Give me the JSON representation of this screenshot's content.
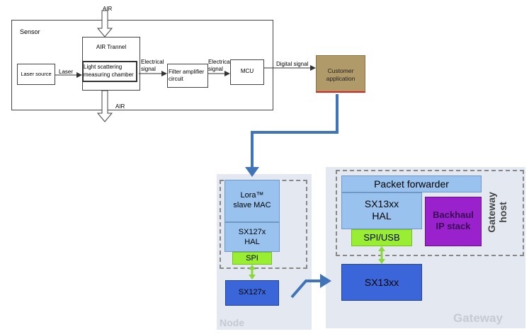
{
  "sensor": {
    "title": "Sensor",
    "air_top": "AIR",
    "air_bottom": "AIR",
    "air_tunnel": "AIR Trannel",
    "laser_source": "Laser source",
    "laser": "Laser",
    "chamber_line1": "Light scattering",
    "chamber_line2": "measuring chamber",
    "electrical_signal_1_line1": "Electrical",
    "electrical_signal_1_line2": "signal",
    "filter_line1": "Filter amplifier",
    "filter_line2": "circuit",
    "electrical_signal_2_line1": "Electrical",
    "electrical_signal_2_line2": "signal",
    "mcu": "MCU",
    "digital_signal": "Digital signal",
    "customer_line1": "Customer",
    "customer_line2": "application"
  },
  "node": {
    "label": "Node",
    "lora_line1": "Lora™",
    "lora_line2": "slave MAC",
    "hal_line1": "SX127x",
    "hal_line2": "HAL",
    "spi": "SPI",
    "chip": "SX127x"
  },
  "gateway": {
    "label": "Gateway",
    "host_line1": "Gateway",
    "host_line2": "host",
    "packet_forwarder": "Packet forwarder",
    "hal_line1": "SX13xx",
    "hal_line2": "HAL",
    "backhaul_line1": "Backhaul",
    "backhaul_line2": "IP stack",
    "spi_usb": "SPI/USB",
    "chip": "SX13xx"
  },
  "colors": {
    "light_blue": "#99c3ee",
    "dark_blue": "#3a66d9",
    "green": "#99ee33",
    "purple": "#9922cc",
    "customer": "#b09a6a",
    "arrow_blue": "#3f74b8",
    "panel_bg": "#e4e8f1"
  }
}
